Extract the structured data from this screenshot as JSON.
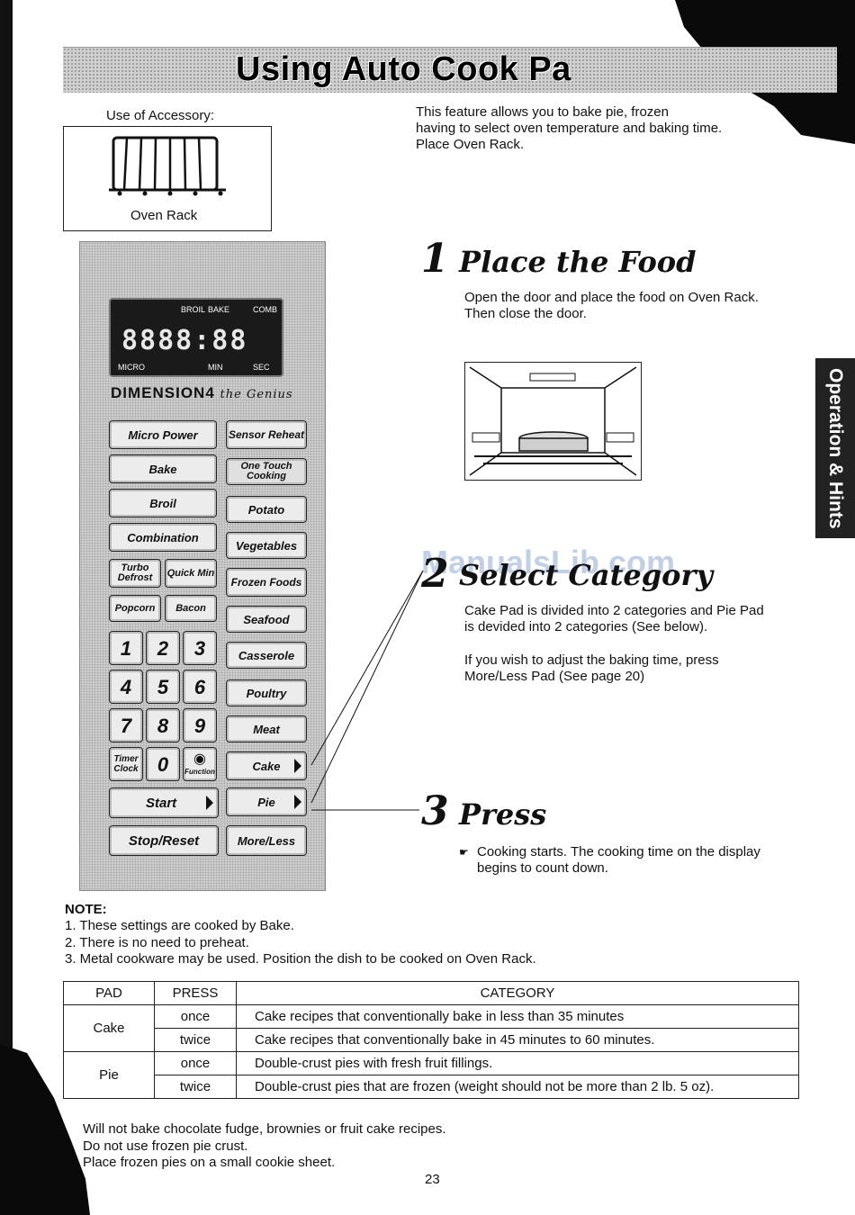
{
  "title": "Using Auto Cook Pa",
  "accessory": {
    "label": "Use of Accessory:",
    "caption": "Oven Rack"
  },
  "intro": [
    "This feature allows you to bake pie, frozen",
    "having to select oven temperature and baking time.",
    "Place Oven Rack."
  ],
  "panel": {
    "display": {
      "top_labels": [
        "BROIL",
        "BAKE",
        "COMB"
      ],
      "digits": "8888:88",
      "bottom_labels": [
        "MICRO",
        "MIN",
        "SEC"
      ]
    },
    "brand": "DIMENSION4",
    "brand_script": "the Genius",
    "buttons": {
      "micro_power": "Micro Power",
      "sensor_reheat": "Sensor Reheat",
      "bake": "Bake",
      "one_touch": "One Touch Cooking",
      "broil": "Broil",
      "potato": "Potato",
      "combination": "Combination",
      "vegetables": "Vegetables",
      "turbo_defrost": "Turbo Defrost",
      "quick_min": "Quick Min",
      "frozen_foods": "Frozen Foods",
      "popcorn": "Popcorn",
      "bacon": "Bacon",
      "seafood": "Seafood",
      "casserole": "Casserole",
      "poultry": "Poultry",
      "meat": "Meat",
      "cake": "Cake",
      "pie": "Pie",
      "more_less": "More/Less",
      "timer_clock": "Timer Clock",
      "function": "Function",
      "start": "Start",
      "stop_reset": "Stop/Reset",
      "digits": [
        "1",
        "2",
        "3",
        "4",
        "5",
        "6",
        "7",
        "8",
        "9",
        "0"
      ]
    }
  },
  "steps": {
    "s1": {
      "num": "1",
      "title": "Place the Food",
      "text": [
        "Open the door and place the food on Oven Rack.",
        "Then close the door."
      ]
    },
    "s2": {
      "num": "2",
      "title": "Select Category",
      "text": [
        "Cake Pad is divided into 2 categories and Pie Pad",
        "is devided into 2 categories (See below)."
      ],
      "text2": [
        "If you wish to adjust the baking time, press",
        "More/Less Pad (See page 20)"
      ]
    },
    "s3": {
      "num": "3",
      "title": "Press",
      "text": [
        "Cooking starts. The cooking time on the display",
        "begins to count down."
      ]
    }
  },
  "side_tab": "Operation & Hints",
  "watermark": "ManualsLib.com",
  "note": {
    "title": "NOTE:",
    "items": [
      "1.  These settings are cooked by Bake.",
      "2.  There is no need to preheat.",
      "3.  Metal cookware may be used. Position the dish to be cooked on Oven Rack."
    ]
  },
  "table": {
    "headers": [
      "PAD",
      "PRESS",
      "CATEGORY"
    ],
    "rows": [
      {
        "pad": "Cake",
        "press": "once",
        "category": "Cake recipes that conventionally bake in less than 35 minutes"
      },
      {
        "pad": "",
        "press": "twice",
        "category": "Cake recipes that conventionally bake in 45 minutes to 60 minutes."
      },
      {
        "pad": "Pie",
        "press": "once",
        "category": "Double-crust pies with fresh fruit fillings."
      },
      {
        "pad": "",
        "press": "twice",
        "category": "Double-crust pies that are frozen (weight should not be more than 2 lb. 5 oz)."
      }
    ]
  },
  "bottom_notes": [
    "Will not bake chocolate fudge, brownies or fruit cake recipes.",
    "Do not use frozen pie crust.",
    "Place frozen pies on a small cookie sheet."
  ],
  "page_number": "23"
}
